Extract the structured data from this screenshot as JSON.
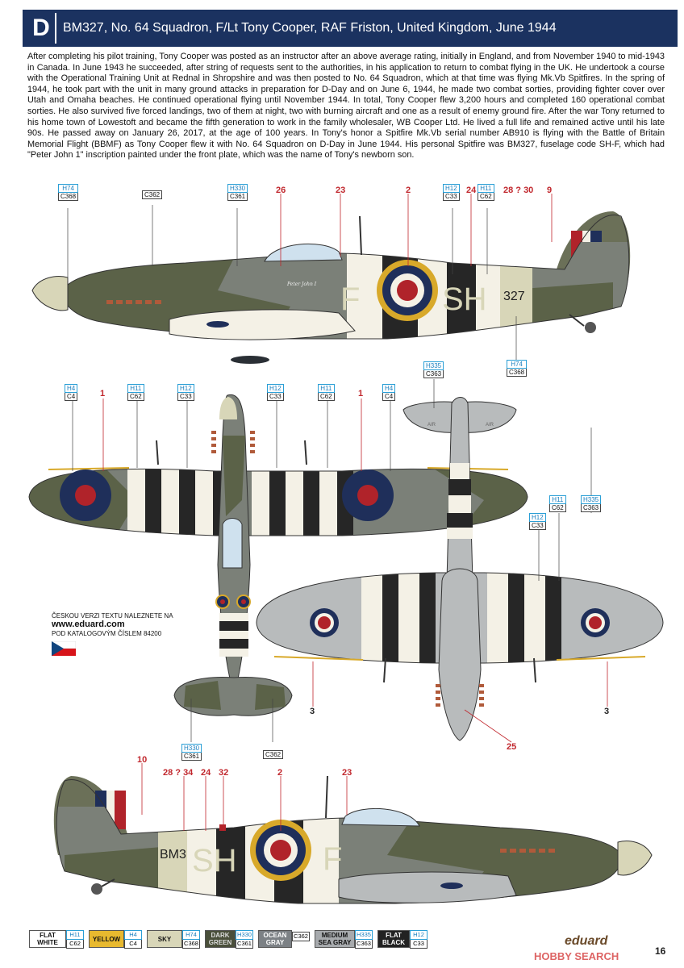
{
  "header": {
    "letter": "D",
    "title": "BM327, No. 64 Squadron, F/Lt Tony Cooper, RAF Friston, United Kingdom, June 1944"
  },
  "description": "After completing his pilot training, Tony Cooper was posted as an instructor after an above average rating, initially in England, and from November 1940 to mid-1943 in Canada. In June 1943 he succeeded, after string of requests sent to the authorities, in his application to return to combat flying in the UK. He undertook a course with the Operational Training Unit at Rednal in Shropshire and was then posted to No. 64 Squadron, which at that time was flying Mk.Vb Spitfires. In the spring of 1944, he took part with the unit in many ground attacks in preparation for D-Day and on June 6, 1944, he made two combat sorties, providing fighter cover over Utah and Omaha beaches. He continued operational flying until November 1944. In total, Tony Cooper flew 3,200 hours and completed 160 operational combat sorties. He also survived five forced landings, two of them at night, two with burning aircraft and one as a result of enemy ground fire. After the war Tony returned to his home town of Lowestoft and became the fifth generation to work in the family wholesaler, WB Cooper Ltd. He lived a full life and remained active until his late 90s. He passed away on January 26, 2017, at the age of 100 years. In Tony's honor a Spitfire Mk.Vb serial number AB910 is flying with the Battle of Britain Memorial Flight (BBMF) as Tony Cooper flew it with No. 64 Squadron on D-Day in June 1944. His personal Spitfire was BM327, fuselage code SH-F, which had \"Peter John 1\" inscription painted under the front plate, which was the name of Tony's newborn son.",
  "markings": {
    "code_letter": "F",
    "squadron_code": "SH",
    "serial_short": "327",
    "serial_left": "BM3",
    "nose_name": "Peter John I"
  },
  "callouts_side_top": [
    {
      "h": "H74",
      "c": "C368"
    },
    {
      "c": "C362"
    },
    {
      "h": "H330",
      "c": "C361"
    },
    {
      "h": "H12",
      "c": "C33"
    },
    {
      "h": "H11",
      "c": "C62"
    },
    {
      "h": "H74",
      "c": "C368"
    }
  ],
  "callouts_plan": [
    {
      "h": "H4",
      "c": "C4"
    },
    {
      "h": "H11",
      "c": "C62"
    },
    {
      "h": "H12",
      "c": "C33"
    },
    {
      "h": "H12",
      "c": "C33"
    },
    {
      "h": "H11",
      "c": "C62"
    },
    {
      "h": "H4",
      "c": "C4"
    },
    {
      "h": "H330",
      "c": "C361"
    },
    {
      "c": "C362"
    }
  ],
  "callouts_under": [
    {
      "h": "H335",
      "c": "C363"
    },
    {
      "h": "H11",
      "c": "C62"
    },
    {
      "h": "H335",
      "c": "C363"
    },
    {
      "h": "H12",
      "c": "C33"
    }
  ],
  "numbers": {
    "top": [
      "26",
      "23",
      "2",
      "24",
      "28 ? 30",
      "9"
    ],
    "plan": [
      "1",
      "1"
    ],
    "under": [
      "3",
      "3",
      "25"
    ],
    "bottom": [
      "10",
      "28 ? 34",
      "24",
      "32",
      "2",
      "23"
    ]
  },
  "czech": {
    "line1": "ČESKOU VERZI TEXTU NALEZNETE NA",
    "url": "www.eduard.com",
    "line2": "POD KATALOGOVÝM ČÍSLEM 84200"
  },
  "legend": [
    {
      "name": "FLAT WHITE",
      "h": "H11",
      "c": "C62",
      "bg": "#ffffff",
      "fg": "#111111"
    },
    {
      "name": "YELLOW",
      "h": "H4",
      "c": "C4",
      "bg": "#e8b92f",
      "fg": "#111111"
    },
    {
      "name": "SKY",
      "h": "H74",
      "c": "C368",
      "bg": "#d8d6b8",
      "fg": "#111111"
    },
    {
      "name": "DARK GREEN",
      "h": "H330",
      "c": "C361",
      "bg": "#4a4f3a",
      "fg": "#dddddd"
    },
    {
      "name": "OCEAN GRAY",
      "h": "",
      "c": "C362",
      "bg": "#7c8185",
      "fg": "#ffffff"
    },
    {
      "name": "MEDIUM SEA GRAY",
      "h": "H335",
      "c": "C363",
      "bg": "#a7aaad",
      "fg": "#111111"
    },
    {
      "name": "FLAT BLACK",
      "h": "H12",
      "c": "C33",
      "bg": "#222222",
      "fg": "#ffffff"
    }
  ],
  "footer": {
    "brand": "eduard",
    "page": "16",
    "watermark": "HOBBY SEARCH"
  },
  "colors": {
    "header_bg": "#1b3260",
    "roundel_blue": "#1f2f5a",
    "roundel_red": "#b0232a",
    "yellow": "#d8a92a",
    "dark_green": "#5b6248",
    "ocean_gray": "#858a84",
    "sea_gray": "#b8bbbc",
    "black": "#262626",
    "white": "#f4f1e6"
  }
}
